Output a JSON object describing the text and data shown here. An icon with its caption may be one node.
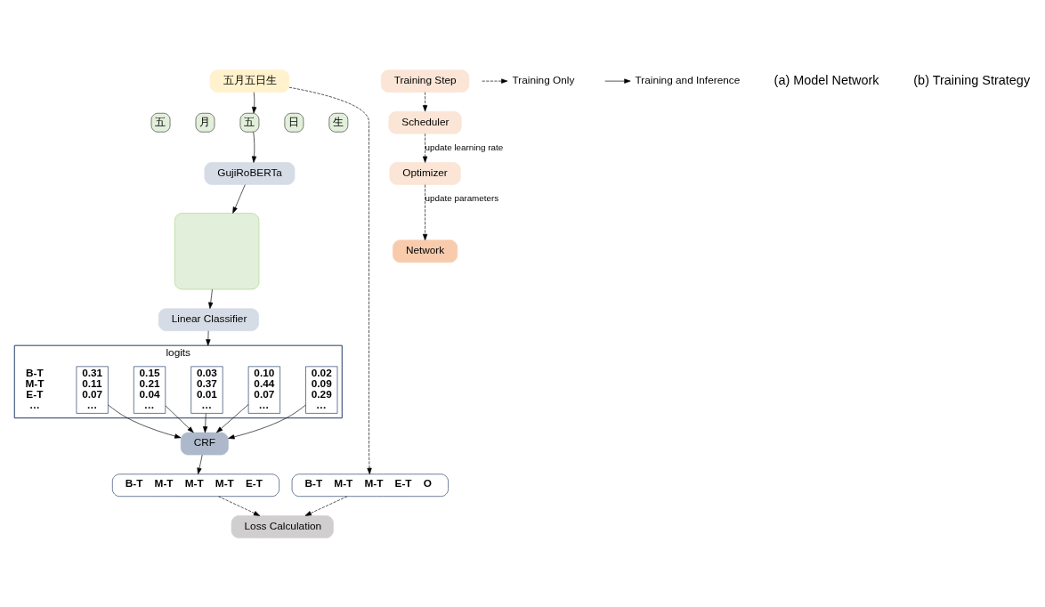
{
  "diagram": {
    "nodes": [
      {
        "text": [
          "Linear Classifier"
        ]
      },
      {
        "text": [],
        "shape": "box"
      },
      {
        "text": [
          "GujiRoBERTa"
        ]
      },
      {
        "text": [
          "五"
        ]
      },
      {
        "text": [
          "月"
        ]
      },
      {
        "text": [
          "五"
        ]
      },
      {
        "text": [
          "日"
        ]
      },
      {
        "text": [
          "生"
        ]
      },
      {
        "text": [
          "五月五日生"
        ]
      },
      {
        "text": [
          "logits"
        ]
      },
      {
        "text": [
          "0.31",
          "0.11",
          "0.07",
          "…"
        ],
        "in": 9
      },
      {
        "text": [
          "0.15",
          "0.21",
          "0.04",
          "…"
        ],
        "in": 9
      },
      {
        "text": [
          "0.03",
          "0.37",
          "0.01",
          "…"
        ],
        "in": 9
      },
      {
        "text": [
          "0.10",
          "0.44",
          "0.07",
          "…"
        ],
        "in": 9
      },
      {
        "text": [
          "0.02",
          "0.09",
          "0.29",
          "…"
        ],
        "in": 9
      },
      {
        "text": [
          "CRF"
        ]
      },
      {
        "text": [
          "B-T",
          "M-T",
          "M-T",
          "M-T",
          "E-T"
        ]
      },
      {
        "text": [
          "Loss Calculation"
        ]
      },
      {
        "text": [
          "B-T",
          "M-T",
          "M-T",
          "E-T",
          "O"
        ]
      },
      {
        "text": [
          "Network"
        ]
      },
      {
        "text": [
          "Optimizer"
        ]
      },
      {
        "text": [
          "Scheduler"
        ]
      },
      {
        "text": [
          "Training Step"
        ]
      }
    ],
    "edges": [
      {
        "from": 8,
        "to": 5,
        "arrow": "to"
      },
      {
        "from": 5,
        "to": 2,
        "arrow": "to"
      },
      {
        "from": 2,
        "to": 1,
        "arrow": "to"
      },
      {
        "from": 1,
        "to": 0,
        "arrow": "to"
      },
      {
        "from": 0,
        "to": 9,
        "arrow": "to"
      },
      {
        "from": 10,
        "to": 15,
        "arrow": "to"
      },
      {
        "from": 11,
        "to": 15,
        "arrow": "to"
      },
      {
        "from": 12,
        "to": 15,
        "arrow": "to"
      },
      {
        "from": 13,
        "to": 15,
        "arrow": "to"
      },
      {
        "from": 14,
        "to": 15,
        "arrow": "to"
      },
      {
        "from": 15,
        "to": 16,
        "arrow": "to"
      },
      {
        "from": 16,
        "to": 17,
        "arrow": "to",
        "style": "dashed"
      },
      {
        "from": 18,
        "to": 17,
        "arrow": "to",
        "style": "dashed"
      },
      {
        "from": 8,
        "to": 18,
        "arrow": "to",
        "style": "dashed"
      },
      {
        "from": 22,
        "to": 21,
        "arrow": "to",
        "style": "dashed"
      },
      {
        "from": 21,
        "to": 20,
        "arrow": "to",
        "style": "dashed",
        "label": "update learning rate"
      },
      {
        "from": 20,
        "to": 19,
        "arrow": "to",
        "style": "dashed",
        "label": "update parameters"
      }
    ],
    "labels": [
      "(a) Model Network",
      "(b) Training Strategy",
      "B-T",
      "M-T",
      "E-T",
      "…"
    ],
    "legend": [
      {
        "text": "Training Only"
      },
      {
        "text": "Training and Inference"
      }
    ]
  }
}
